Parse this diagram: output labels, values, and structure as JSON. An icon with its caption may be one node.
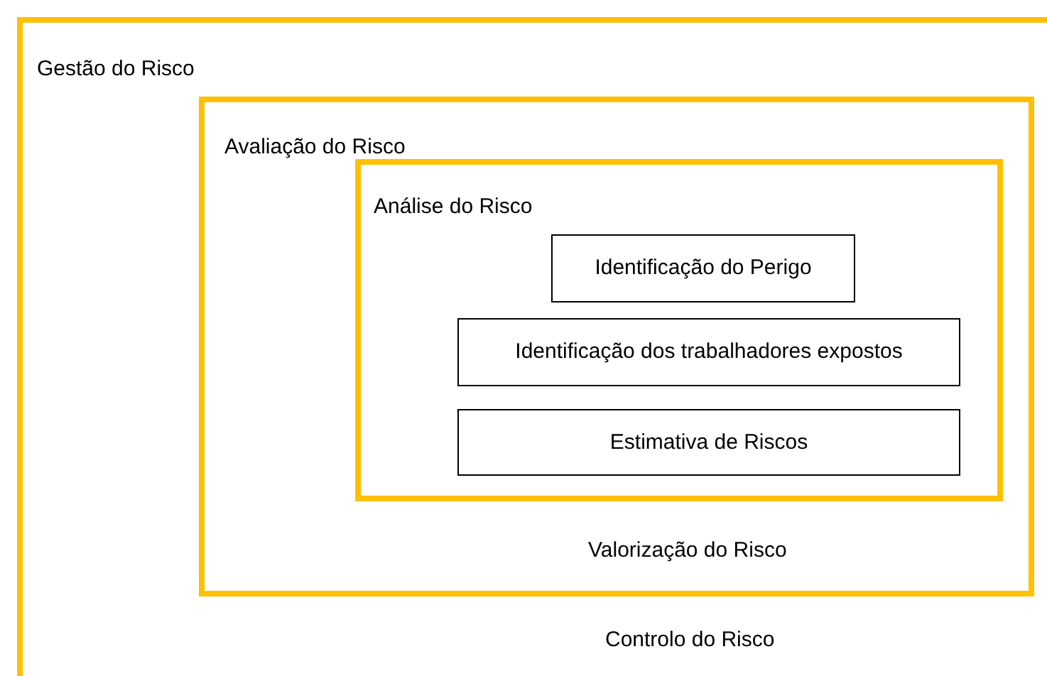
{
  "diagram": {
    "nodes": [
      {
        "text": [
          "Gestão do Risco",
          "Controlo do Risco"
        ]
      },
      {
        "text": [
          "Avaliação do Risco",
          "Valorização do Risco"
        ],
        "in": 0
      },
      {
        "text": [
          "Análise do Risco"
        ],
        "in": 1
      },
      {
        "text": [
          "Identificação do Perigo"
        ],
        "in": 2
      },
      {
        "text": [
          "Identificação dos trabalhadores expostos"
        ],
        "in": 2
      },
      {
        "text": [
          "Estimativa de Riscos"
        ],
        "in": 2
      }
    ]
  }
}
